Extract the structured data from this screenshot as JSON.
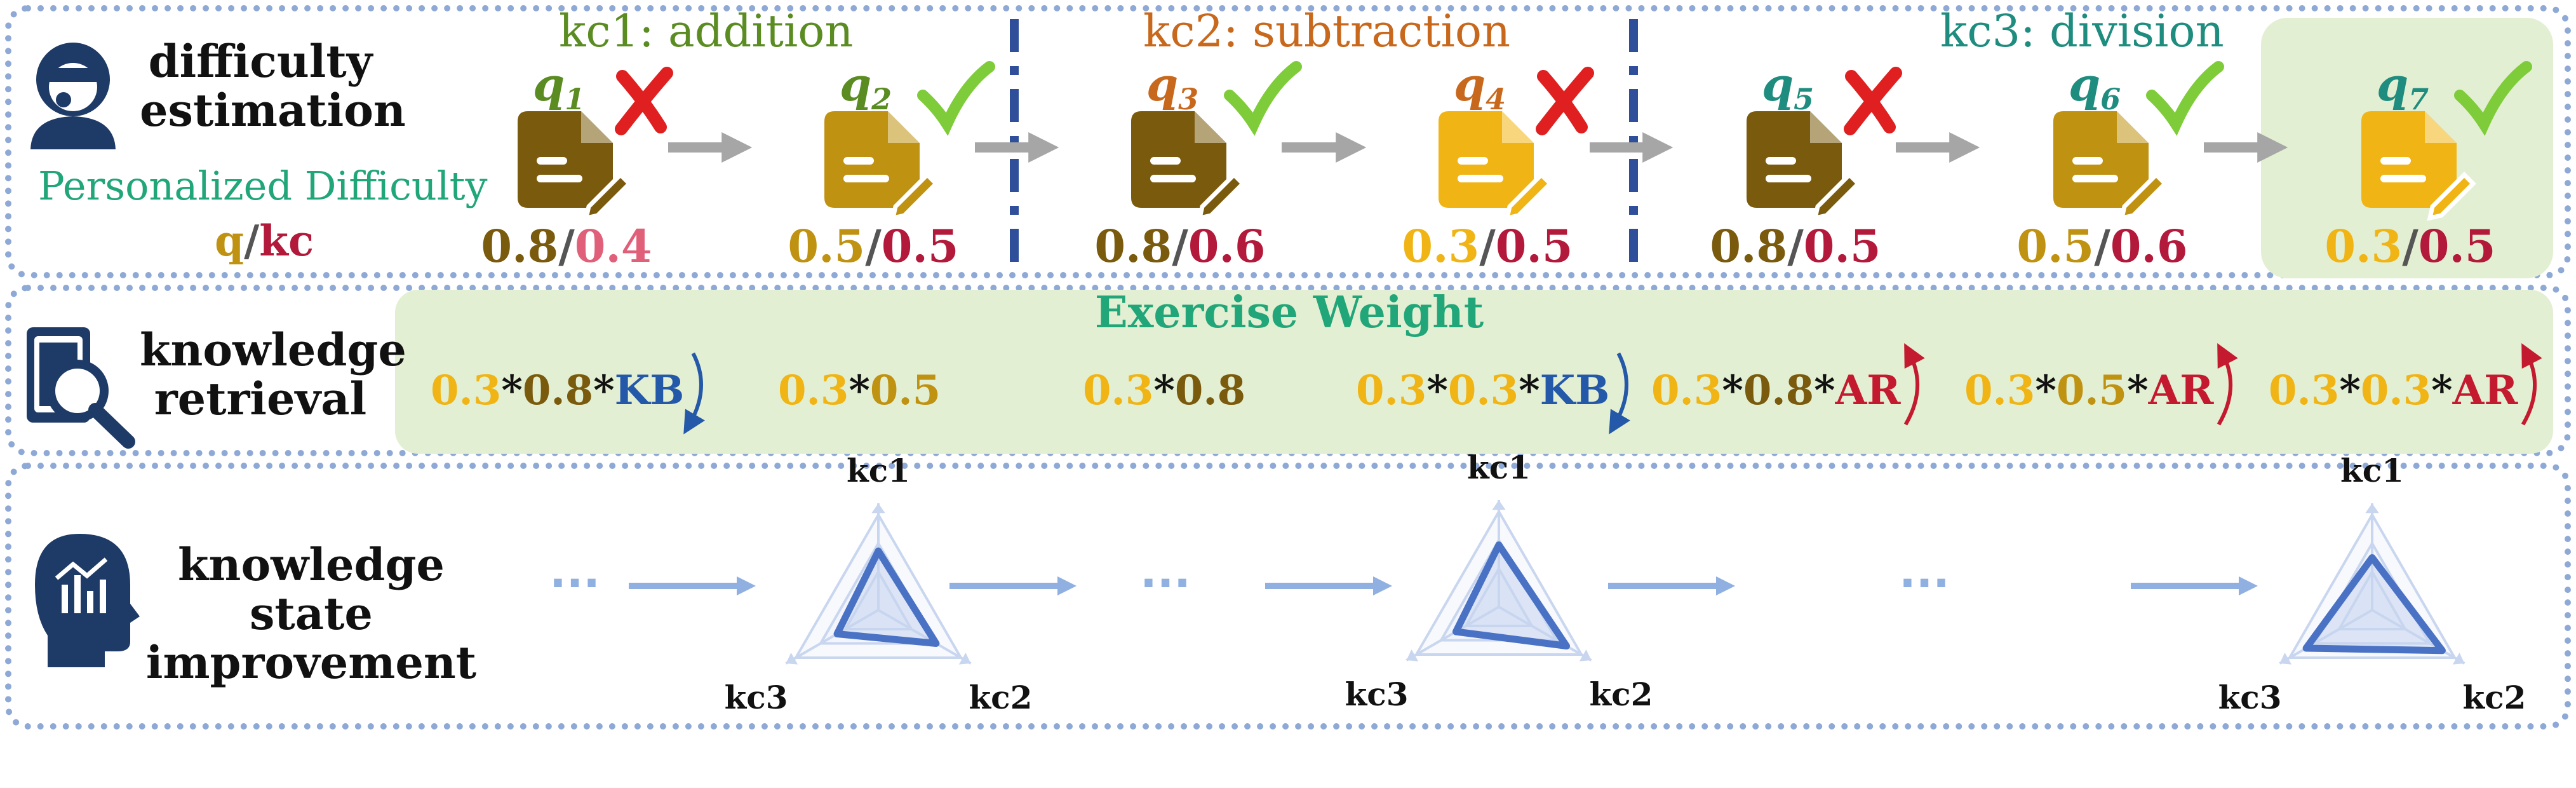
{
  "colors": {
    "dark_q": "#7a5a0c",
    "mid_q": "#c09212",
    "light_q": "#f0b414",
    "kc_red": "#b3193a",
    "kc_pink": "#e0607a",
    "green_check": "#7fcc3a",
    "red_cross": "#e02020",
    "arrow_gray": "#a6a6a6",
    "divider_blue": "#2f4f9a",
    "panel_border": "#8fa9d6",
    "highlight_green": "#e3efd2",
    "teal": "#20a678",
    "kb_blue": "#2458a8",
    "ar_red": "#c41a30",
    "kc1_green": "#5a8c22",
    "kc2_orange": "#c8681c",
    "kc3_teal": "#1e8c7e",
    "flow_arrow": "#8fb0e0",
    "radar_edge": "#4a72c4"
  },
  "rows": {
    "difficulty": {
      "title_line1": "difficulty",
      "title_line2": "estimation",
      "icon": "person-thinking-icon"
    },
    "retrieval": {
      "title_line1": "knowledge",
      "title_line2": "retrieval",
      "icon": "book-search-icon"
    },
    "state": {
      "title_line1": "knowledge state",
      "title_line2": "improvement",
      "icon": "head-analytics-icon"
    }
  },
  "personalized": {
    "label": "Personalized Difficulty",
    "q": "q",
    "slash": "/",
    "kc": "kc"
  },
  "kc_headers": [
    "kc1: addition",
    "kc2: subtraction",
    "kc3: division"
  ],
  "questions": [
    {
      "label": "q",
      "sub": "1",
      "status": "wrong",
      "q_val": "0.8",
      "kc_val": "0.4",
      "doc": "dark"
    },
    {
      "label": "q",
      "sub": "2",
      "status": "correct",
      "q_val": "0.5",
      "kc_val": "0.5",
      "doc": "mid"
    },
    {
      "label": "q",
      "sub": "3",
      "status": "correct",
      "q_val": "0.8",
      "kc_val": "0.6",
      "doc": "dark"
    },
    {
      "label": "q",
      "sub": "4",
      "status": "wrong",
      "q_val": "0.3",
      "kc_val": "0.5",
      "doc": "light"
    },
    {
      "label": "q",
      "sub": "5",
      "status": "wrong",
      "q_val": "0.8",
      "kc_val": "0.5",
      "doc": "dark"
    },
    {
      "label": "q",
      "sub": "6",
      "status": "correct",
      "q_val": "0.5",
      "kc_val": "0.6",
      "doc": "mid"
    },
    {
      "label": "q",
      "sub": "7",
      "status": "correct",
      "q_val": "0.3",
      "kc_val": "0.5",
      "doc": "light"
    }
  ],
  "exercise_weight": {
    "title": "Exercise Weight",
    "items": [
      [
        {
          "t": "0.3",
          "c": "light"
        },
        {
          "t": "*",
          "c": "black"
        },
        {
          "t": "0.8",
          "c": "dark"
        },
        {
          "t": "*",
          "c": "black"
        },
        {
          "t": "KB",
          "c": "kb"
        }
      ],
      [
        {
          "t": "0.3",
          "c": "light"
        },
        {
          "t": "*",
          "c": "black"
        },
        {
          "t": "0.5",
          "c": "mid"
        }
      ],
      [
        {
          "t": "0.3",
          "c": "light"
        },
        {
          "t": "*",
          "c": "black"
        },
        {
          "t": "0.8",
          "c": "dark"
        }
      ],
      [
        {
          "t": "0.3",
          "c": "light"
        },
        {
          "t": "*",
          "c": "black"
        },
        {
          "t": "0.3",
          "c": "light"
        },
        {
          "t": "*",
          "c": "black"
        },
        {
          "t": "KB",
          "c": "kb"
        }
      ],
      [
        {
          "t": "0.3",
          "c": "light"
        },
        {
          "t": "*",
          "c": "black"
        },
        {
          "t": "0.8",
          "c": "dark"
        },
        {
          "t": "*",
          "c": "black"
        },
        {
          "t": "AR",
          "c": "ar"
        }
      ],
      [
        {
          "t": "0.3",
          "c": "light"
        },
        {
          "t": "*",
          "c": "black"
        },
        {
          "t": "0.5",
          "c": "mid"
        },
        {
          "t": "*",
          "c": "black"
        },
        {
          "t": "AR",
          "c": "ar"
        }
      ],
      [
        {
          "t": "0.3",
          "c": "light"
        },
        {
          "t": "*",
          "c": "black"
        },
        {
          "t": "0.3",
          "c": "light"
        },
        {
          "t": "*",
          "c": "black"
        },
        {
          "t": "AR",
          "c": "ar"
        }
      ]
    ],
    "arrows": [
      "kb",
      "none",
      "none",
      "kb",
      "ar",
      "ar",
      "ar"
    ]
  },
  "radar": {
    "axis_labels": [
      "kc1",
      "kc2",
      "kc3"
    ],
    "states": [
      [
        0.62,
        0.7,
        0.5
      ],
      [
        0.65,
        0.82,
        0.52
      ],
      [
        0.55,
        0.85,
        0.8
      ]
    ]
  },
  "flow": {
    "ellipsis": "···"
  }
}
